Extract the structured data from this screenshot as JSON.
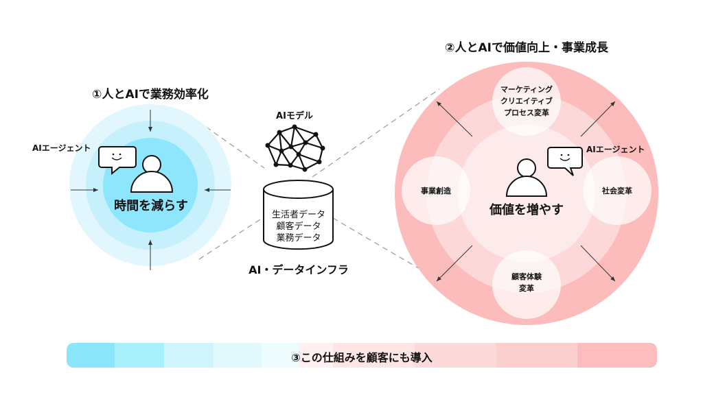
{
  "left": {
    "title": "①人とAIで業務効率化",
    "agent_label": "AIエージェント",
    "center_label": "時間を減らす"
  },
  "middle": {
    "model_label": "AIモデル",
    "db_lines": [
      "生活者データ",
      "顧客データ",
      "業務データ"
    ],
    "infra_label": "AI・データインフラ"
  },
  "right": {
    "title": "②人とAIで価値向上・事業成長",
    "agent_label": "AIエージェント",
    "center_label": "価値を増やす",
    "satellites": {
      "top": [
        "マーケティング",
        "クリエイティブ",
        "プロセス変革"
      ],
      "left": "事業創造",
      "right": "社会変革",
      "bottom": [
        "顧客体験",
        "変革"
      ]
    }
  },
  "bottom_bar": {
    "label": "③この仕組みを顧客にも導入",
    "colors": [
      "#8ae6fb",
      "#a8f0fb",
      "#cff4fb",
      "#e1f8fc",
      "#effcfd",
      "#fff1f1",
      "#fde5e5",
      "#fcdada",
      "#fccfcf",
      "#fbbdbd"
    ]
  },
  "colors": {
    "blue_outer": "#e2f7fd",
    "blue_mid": "#c6f1fc",
    "blue_inner": "#8de6fb",
    "red_outer": "#fcbcbc",
    "red_mid": "#fcd8d8",
    "red_inner": "#fdeaea"
  }
}
